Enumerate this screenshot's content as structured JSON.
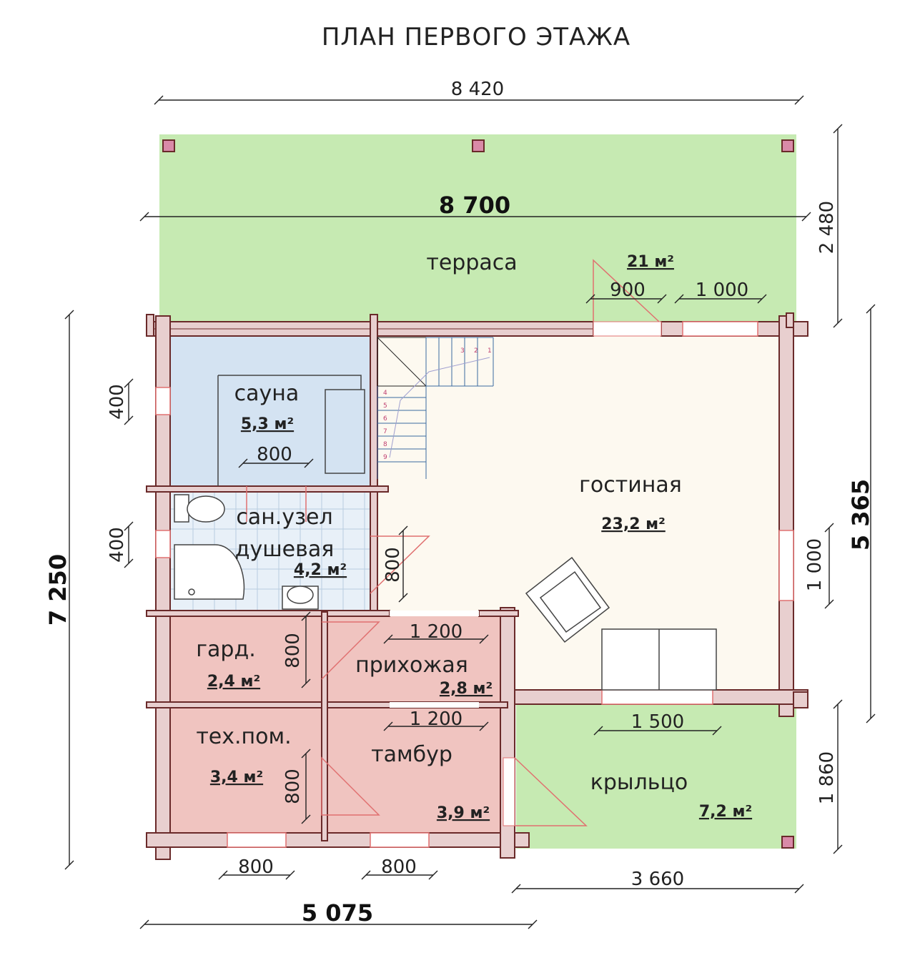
{
  "title": "ПЛАН ПЕРВОГО ЭТАЖА",
  "colors": {
    "terrace": "#c6eab2",
    "porch": "#c6eab2",
    "sauna": "#d4e3f2",
    "bathroom": "#e8f0f8",
    "living": "#fdf9f0",
    "hall": "#f0c4c0",
    "wall": "#6a2a2a",
    "window": "#e07070"
  },
  "rooms": {
    "terrace": {
      "name": "терраса",
      "area": "21 м²"
    },
    "sauna": {
      "name": "сауна",
      "area": "5,3 м²"
    },
    "bathroom": {
      "name": "сан.узел",
      "name2": "душевая",
      "area": "4,2 м²"
    },
    "living": {
      "name": "гостиная",
      "area": "23,2 м²"
    },
    "wardrobe": {
      "name": "гард.",
      "area": "2,4 м²"
    },
    "hallway": {
      "name": "прихожая",
      "area": "2,8 м²"
    },
    "tech": {
      "name": "тех.пом.",
      "area": "3,4 м²"
    },
    "vestibule": {
      "name": "тамбур",
      "area": "3,9 м²"
    },
    "porch": {
      "name": "крыльцо",
      "area": "7,2 м²"
    }
  },
  "dimensions": {
    "top_outer": "8 420",
    "top_main": "8 700",
    "terrace_door": "900",
    "terrace_window": "1 000",
    "right_terrace": "2 480",
    "right_house": "5 365",
    "right_window": "1 000",
    "right_porch": "1 860",
    "left_total": "7 250",
    "left_win1": "400",
    "left_win2": "400",
    "sauna_door": "800",
    "bath_door": "800",
    "ward_door": "800",
    "hall_door": "1 200",
    "tambur_door": "1 200",
    "tech_door": "800",
    "living_window": "1 500",
    "bottom_win1": "800",
    "bottom_win2": "800",
    "bottom_porch": "3 660",
    "bottom_total": "5 075"
  },
  "stairs": {
    "steps_top": [
      "1",
      "2",
      "3"
    ],
    "steps_side": [
      "4",
      "5",
      "6",
      "7",
      "8",
      "9"
    ]
  }
}
